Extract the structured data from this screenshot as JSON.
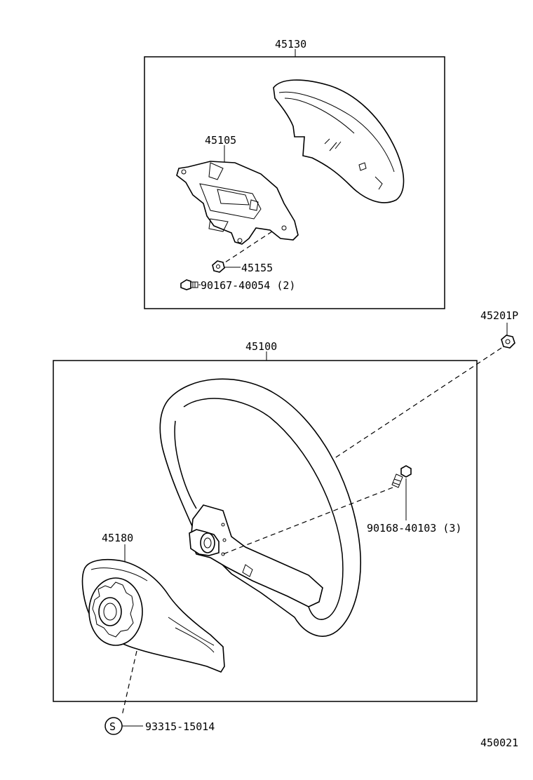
{
  "labels": {
    "pad_cover": "45130",
    "bracket": "45105",
    "nut_small": "45155",
    "screw_small": "90167-40054 (2)",
    "wheel_assy": "45100",
    "nut_top": "45201P",
    "bolt": "90168-40103 (3)",
    "cover_lower": "45180",
    "screw_s": "93315-15014",
    "s_mark": "S",
    "diagram_no": "450021"
  }
}
